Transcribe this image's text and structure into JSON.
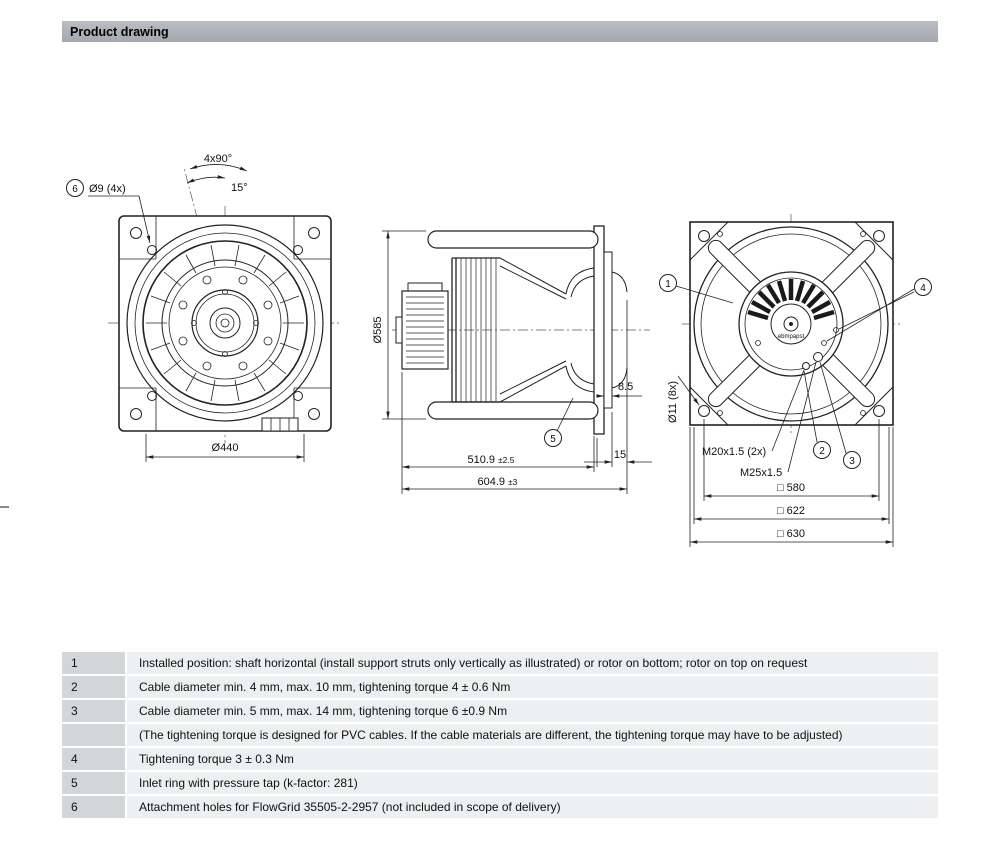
{
  "header": {
    "title": "Product drawing"
  },
  "front_view": {
    "callout": "6",
    "hole_label": "Ø9 (4x)",
    "angle_label_1": "4x90°",
    "angle_label_2": "15°",
    "diameter_label": "Ø440"
  },
  "side_view": {
    "callout": "5",
    "diameter_label": "Ø585",
    "offset_label": "8.5",
    "protrusion_label": "15",
    "length1_value": "510.9",
    "length1_tol": "±2.5",
    "length2_value": "604.9",
    "length2_tol": "±3"
  },
  "rear_view": {
    "callout_1": "1",
    "callout_2": "2",
    "callout_3": "3",
    "callout_4": "4",
    "thread_label_1": "M20x1.5 (2x)",
    "thread_label_2": "M25x1.5",
    "hole_label": "Ø11 (8x)",
    "square_580": "□ 580",
    "square_622": "□ 622",
    "square_630": "□ 630",
    "brand": "ebmpapst"
  },
  "notes_table": {
    "rows": [
      {
        "num": "1",
        "text": "Installed position: shaft horizontal (install support struts only vertically as illustrated) or rotor on bottom; rotor on top on request"
      },
      {
        "num": "2",
        "text": "Cable diameter min. 4 mm, max. 10 mm, tightening torque 4 ± 0.6 Nm"
      },
      {
        "num": "3",
        "text": "Cable diameter min. 5 mm, max. 14 mm, tightening torque 6 ±0.9 Nm"
      },
      {
        "num": "",
        "text": "(The tightening torque is designed for PVC cables. If the cable materials are different, the tightening torque may have to be adjusted)"
      },
      {
        "num": "4",
        "text": "Tightening torque 3 ± 0.3 Nm"
      },
      {
        "num": "5",
        "text": "Inlet ring with pressure tap (k-factor: 281)"
      },
      {
        "num": "6",
        "text": "Attachment holes for FlowGrid 35505-2-2957 (not included in scope of delivery)"
      }
    ]
  }
}
